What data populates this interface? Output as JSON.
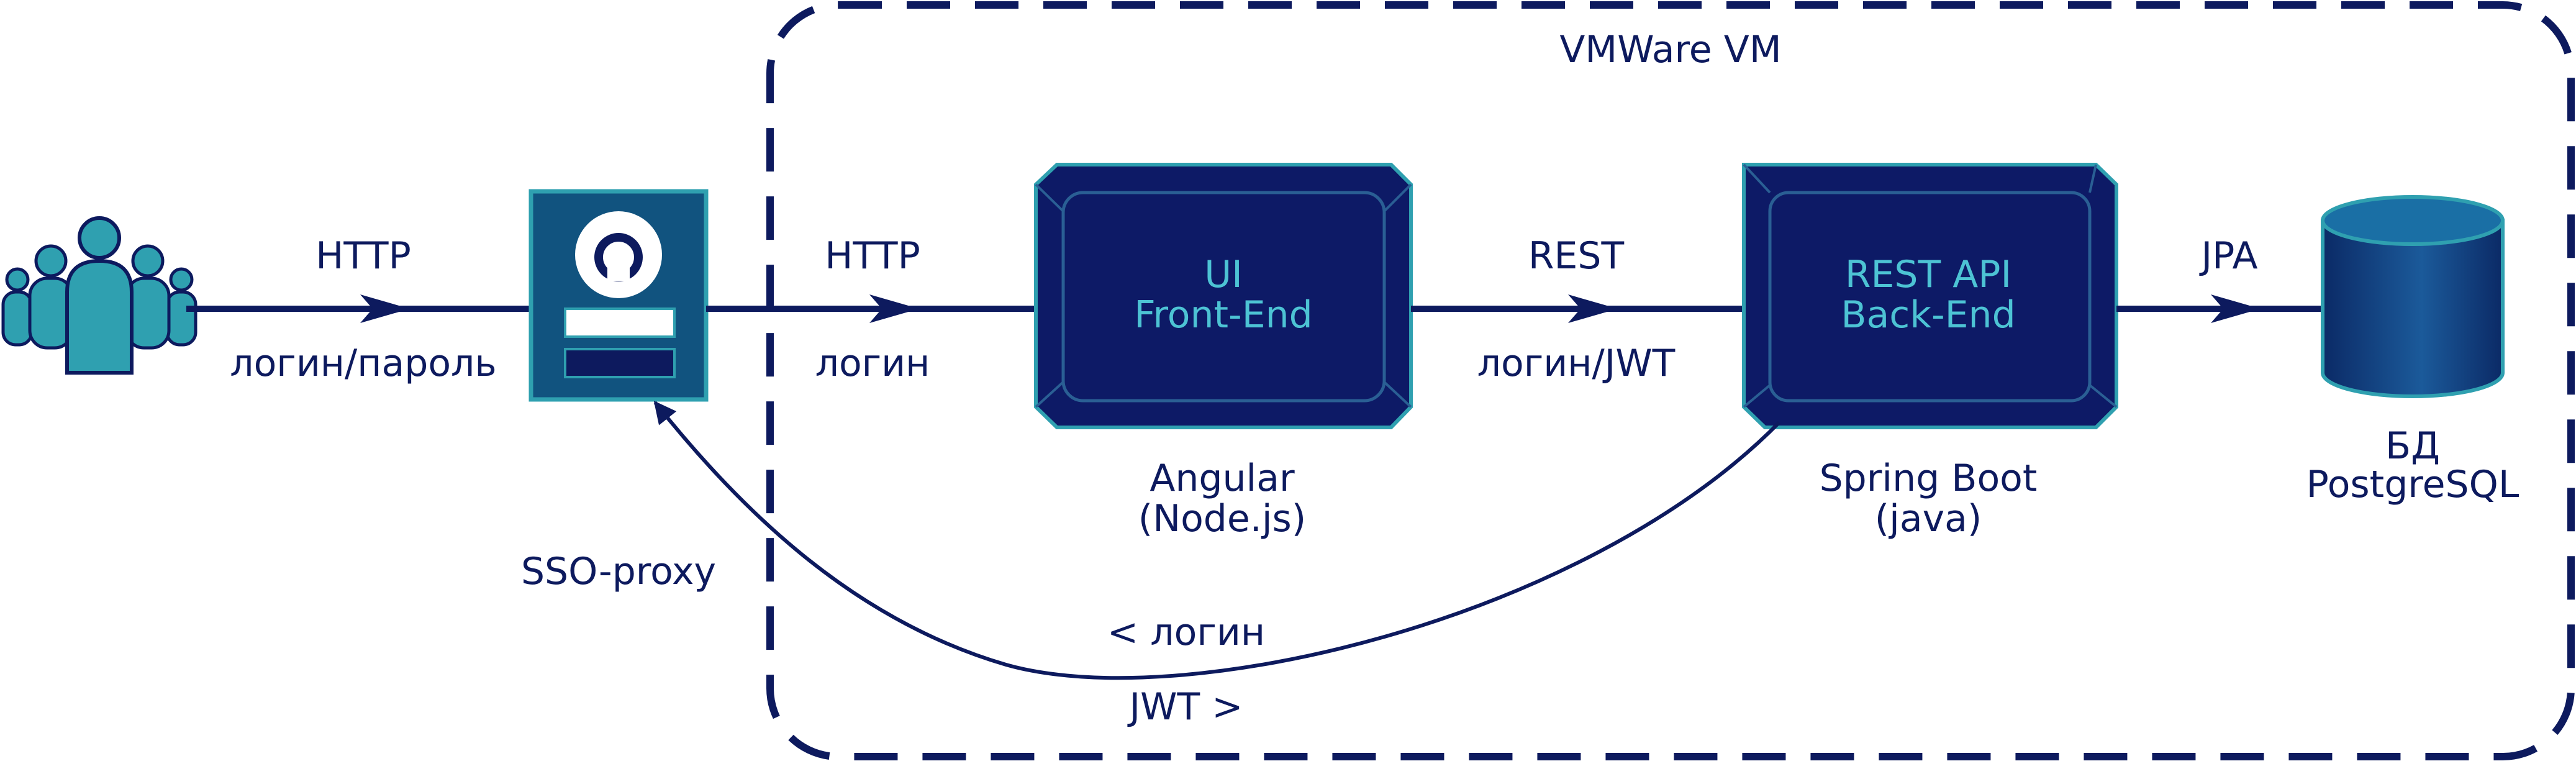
{
  "container": {
    "label": "VMWare VM"
  },
  "nodes": {
    "users": {
      "icon": "users-group-icon"
    },
    "sso": {
      "label": "SSO-proxy",
      "icon": "sso-login-form-icon"
    },
    "ui": {
      "title_line1": "UI",
      "title_line2": "Front-End",
      "caption_line1": "Angular",
      "caption_line2": "(Node.js)"
    },
    "api": {
      "title_line1": "REST API",
      "title_line2": "Back-End",
      "caption_line1": "Spring Boot",
      "caption_line2": "(java)"
    },
    "db": {
      "caption_line1": "БД",
      "caption_line2": "PostgreSQL",
      "icon": "database-cylinder-icon"
    }
  },
  "edges": {
    "users_to_sso": {
      "protocol": "HTTP",
      "payload": "логин/пароль"
    },
    "sso_to_ui": {
      "protocol": "HTTP",
      "payload": "логин"
    },
    "ui_to_api": {
      "protocol": "REST",
      "payload": "логин/JWT"
    },
    "api_to_db": {
      "protocol": "JPA"
    },
    "api_to_sso": {
      "label_top": "< логин",
      "label_bottom": "JWT >"
    }
  },
  "colors": {
    "navy": "#0d1a5e",
    "teal": "#2fa0b0",
    "title_teal": "#4dc3d4",
    "sso_fill": "#11537f",
    "db_fill": "#0f3d78",
    "box_fill": "#0d1a66"
  }
}
